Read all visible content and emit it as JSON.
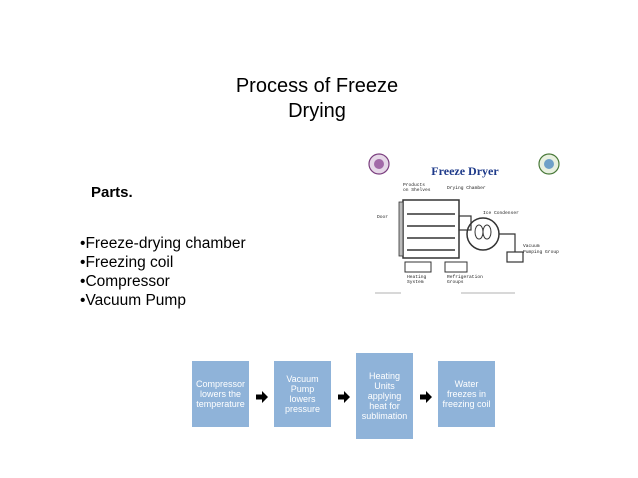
{
  "slide": {
    "title_line1": "Process of Freeze",
    "title_line2": "Drying",
    "parts_heading": "Parts.",
    "parts": [
      "Freeze-drying chamber",
      "Freezing coil",
      "Compressor",
      "Vacuum Pump"
    ]
  },
  "figure": {
    "title": "Freeze Dryer",
    "labels": {
      "products": "Products",
      "on_shelves": "on Shelves",
      "drying_chamber": "Drying Chamber",
      "ice_condenser": "Ice Condenser",
      "door": "Door",
      "vacuum": "Vacuum",
      "pumping_group": "Pumping Group",
      "heating": "Heating",
      "system": "System",
      "refrigeration": "Refrigeration",
      "groups": "Groups"
    }
  },
  "flow": {
    "steps": [
      "Compressor lowers the temperature",
      "Vacuum Pump lowers pressure",
      "Heating Units applying heat for sublimation",
      "Water freezes in freezing coil"
    ]
  },
  "colors": {
    "box_fill": "#8fb3d9",
    "box_text": "#ffffff"
  }
}
